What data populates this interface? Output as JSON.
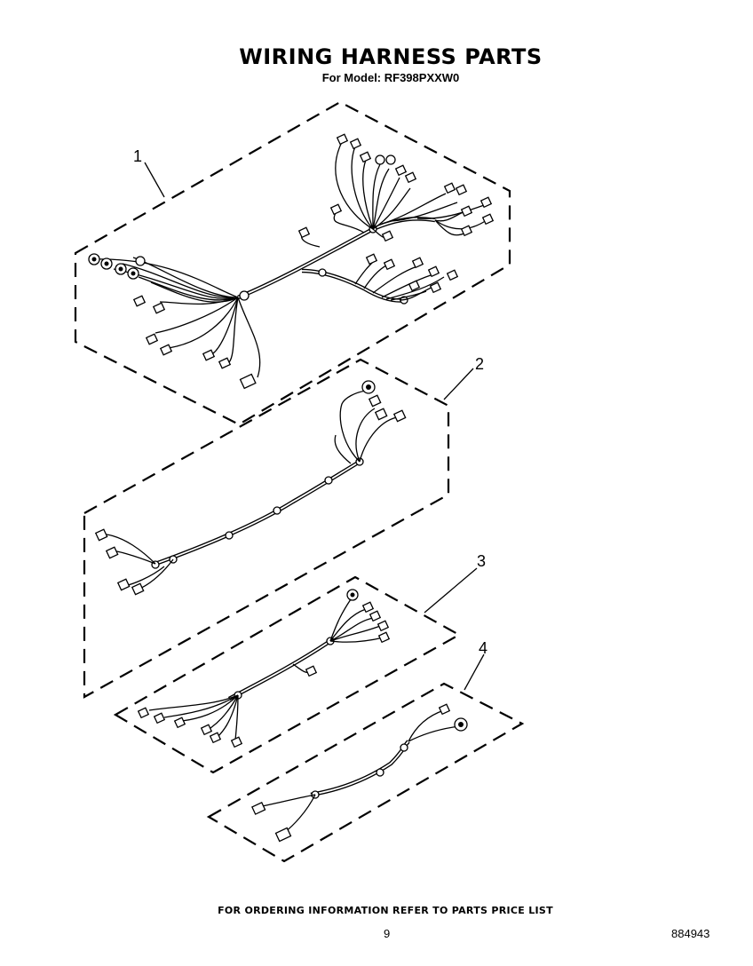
{
  "header": {
    "title": "WIRING HARNESS PARTS",
    "subtitle": "For Model: RF398PXXW0"
  },
  "callouts": [
    {
      "label": "1"
    },
    {
      "label": "2"
    },
    {
      "label": "3"
    },
    {
      "label": "4"
    }
  ],
  "footer": {
    "note": "FOR ORDERING INFORMATION REFER TO PARTS PRICE LIST",
    "page_number": "9",
    "document_number": "884943"
  }
}
